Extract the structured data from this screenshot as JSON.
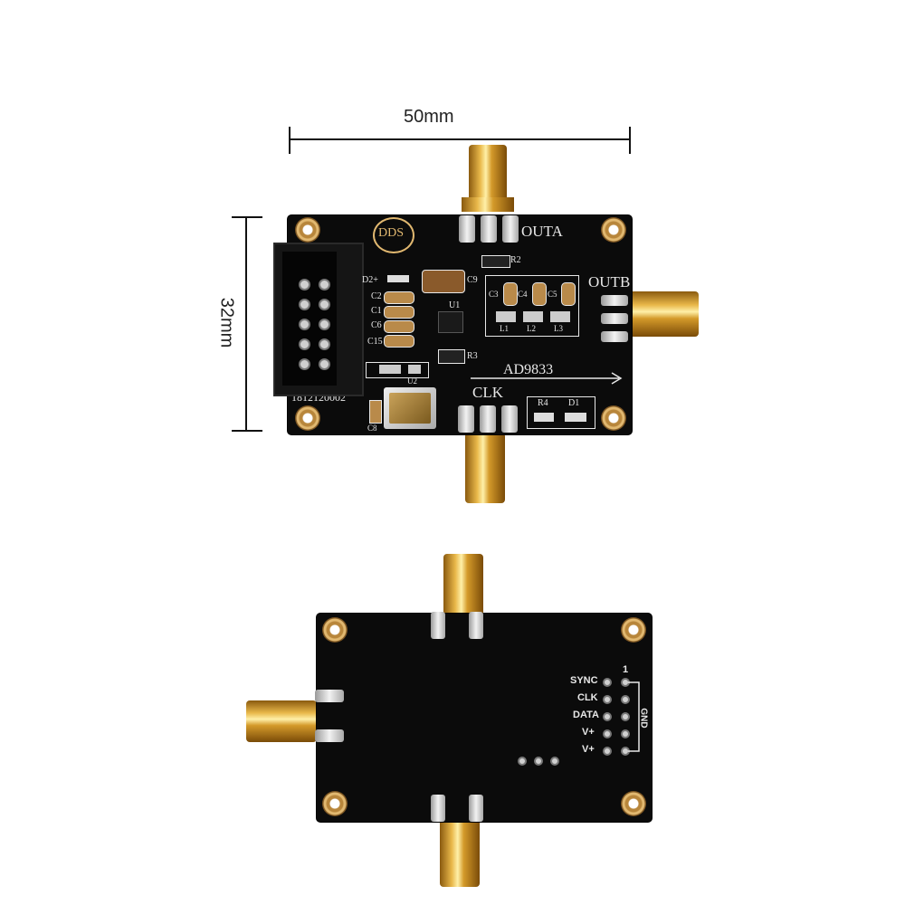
{
  "dimensions": {
    "width": "50mm",
    "height": "32mm"
  },
  "front": {
    "logo": "DDS",
    "connectors": {
      "outa": "OUTA",
      "outb": "OUTB",
      "clk": "CLK"
    },
    "chip_label": "AD9833",
    "serial": "1812120002",
    "refs": {
      "d2": "D2+",
      "c2": "C2",
      "c1": "C1",
      "c6": "C6",
      "c15": "C15",
      "c9": "C9",
      "u1": "U1",
      "r3": "R3",
      "r2": "R2",
      "u2": "U2",
      "c8": "C8",
      "c3": "C3",
      "c4": "C4",
      "c5": "C5",
      "l1": "L1",
      "l2": "L2",
      "l3": "L3",
      "r4": "R4",
      "d1": "D1"
    }
  },
  "back": {
    "pins": [
      "SYNC",
      "CLK",
      "DATA",
      "V+",
      "V+"
    ],
    "pin_one": "1",
    "gnd": "GND"
  },
  "colors": {
    "pcb": "#0b0b0b",
    "gold": "#e0a93a",
    "silk": "#e8e8e8"
  }
}
